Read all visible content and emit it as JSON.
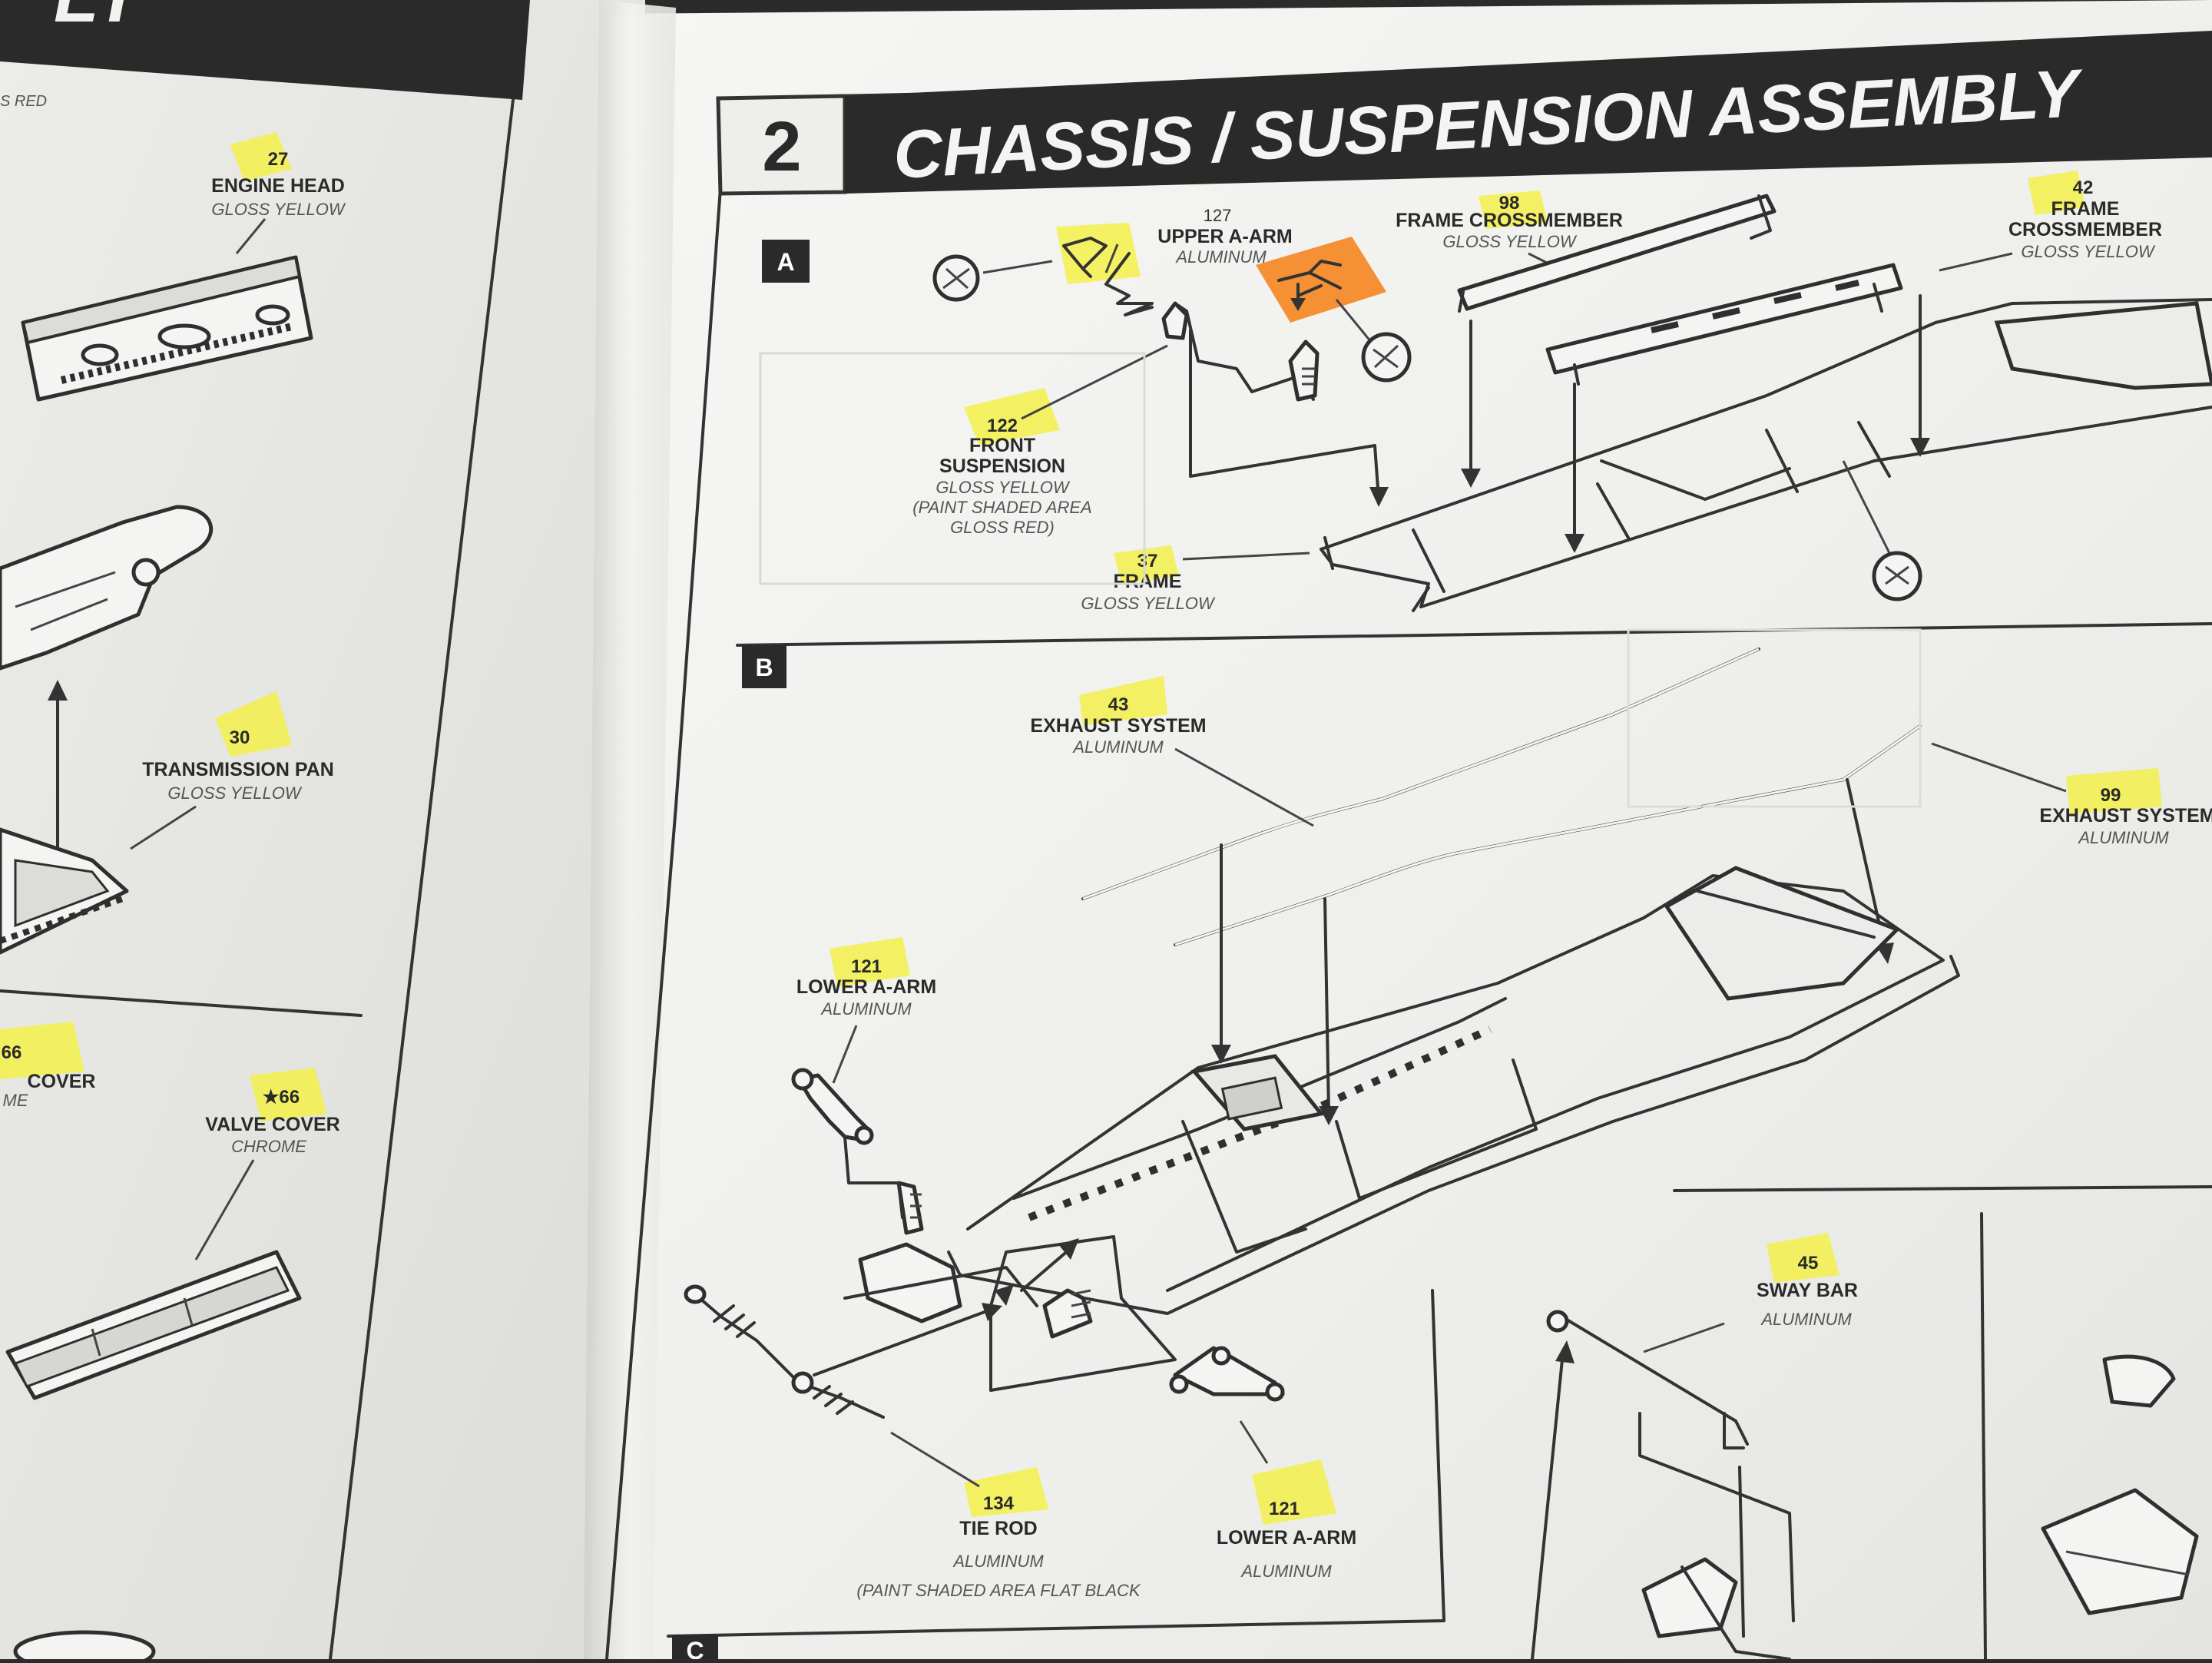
{
  "left_page": {
    "header_fragment": "LY",
    "corner_note": "S RED",
    "parts": [
      {
        "number": "27",
        "name": "ENGINE HEAD",
        "finish": "GLOSS YELLOW"
      },
      {
        "number": "30",
        "name": "TRANSMISSION PAN",
        "finish": "GLOSS YELLOW"
      },
      {
        "number": "66",
        "name": "COVER",
        "finish": "ME"
      },
      {
        "number": "★66",
        "name": "VALVE COVER",
        "finish": "CHROME"
      }
    ]
  },
  "step": {
    "number": "2",
    "title": "CHASSIS / SUSPENSION ASSEMBLY",
    "panel_a": {
      "label": "A",
      "parts": [
        {
          "number": "127",
          "name": "UPPER A-ARM",
          "finish": "ALUMINUM"
        },
        {
          "number": "98",
          "name": "FRAME CROSSMEMBER",
          "finish": "GLOSS YELLOW"
        },
        {
          "number": "42",
          "name_line1": "FRAME",
          "name_line2": "CROSSMEMBER",
          "finish": "GLOSS YELLOW"
        },
        {
          "number": "122",
          "name_line1": "FRONT",
          "name_line2": "SUSPENSION",
          "finish": "GLOSS YELLOW",
          "note_line1": "(PAINT SHADED AREA",
          "note_line2": "GLOSS RED)"
        },
        {
          "number": "37",
          "name": "FRAME",
          "finish": "GLOSS YELLOW"
        }
      ]
    },
    "panel_b": {
      "label": "B",
      "parts": [
        {
          "number": "43",
          "name": "EXHAUST SYSTEM",
          "finish": "ALUMINUM"
        },
        {
          "number": "99",
          "name": "EXHAUST SYSTEM",
          "finish": "ALUMINUM"
        },
        {
          "number": "121",
          "name": "LOWER A-ARM",
          "finish": "ALUMINUM"
        },
        {
          "number": "134",
          "name": "TIE ROD",
          "finish": "ALUMINUM",
          "note": "(PAINT SHADED AREA FLAT BLACK"
        },
        {
          "number": "121",
          "name": "LOWER A-ARM",
          "finish": "ALUMINUM"
        },
        {
          "number": "45",
          "name": "SWAY BAR",
          "finish": "ALUMINUM"
        }
      ]
    },
    "panel_c": {
      "label": "C"
    }
  },
  "colors": {
    "highlight_yellow": "#f3f04a",
    "highlight_orange": "#f58a2a",
    "banner": "#2a2a2a",
    "paper": "#f1f1ee"
  }
}
